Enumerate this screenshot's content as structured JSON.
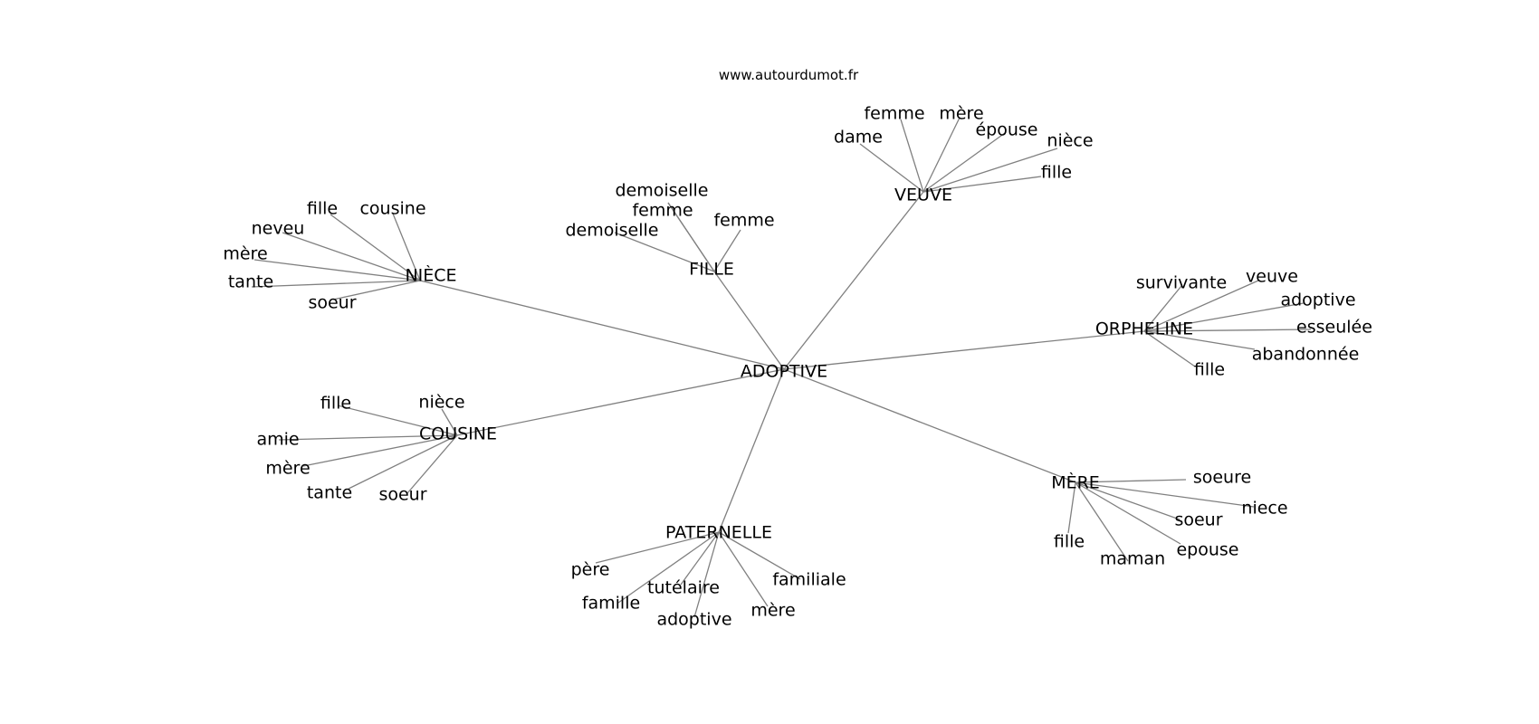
{
  "site": "www.autourdumot.fr",
  "colors": {
    "edge": "#808080",
    "text": "#000000",
    "background": "#ffffff"
  },
  "graph": {
    "center": "ADOPTIVE",
    "hubs": [
      {
        "id": "veuve",
        "label": "VEUVE",
        "leaves": [
          "dame",
          "femme",
          "mère",
          "épouse",
          "nièce",
          "fille"
        ]
      },
      {
        "id": "fille",
        "label": "FILLE",
        "leaves": [
          "demoiselle",
          "femme",
          "demoiselle",
          "femme"
        ]
      },
      {
        "id": "niece",
        "label": "NIÈCE",
        "leaves": [
          "fille",
          "cousine",
          "neveu",
          "mère",
          "tante",
          "soeur"
        ]
      },
      {
        "id": "orpheline",
        "label": "ORPHELINE",
        "leaves": [
          "survivante",
          "veuve",
          "adoptive",
          "esseulée",
          "abandonnée",
          "fille"
        ]
      },
      {
        "id": "cousine",
        "label": "COUSINE",
        "leaves": [
          "fille",
          "nièce",
          "amie",
          "mère",
          "tante",
          "soeur"
        ]
      },
      {
        "id": "mere",
        "label": "MÈRE",
        "leaves": [
          "soeure",
          "niece",
          "soeur",
          "epouse",
          "fille",
          "maman"
        ]
      },
      {
        "id": "paternelle",
        "label": "PATERNELLE",
        "leaves": [
          "père",
          "famille",
          "tutélaire",
          "adoptive",
          "mère",
          "familiale"
        ]
      }
    ]
  }
}
